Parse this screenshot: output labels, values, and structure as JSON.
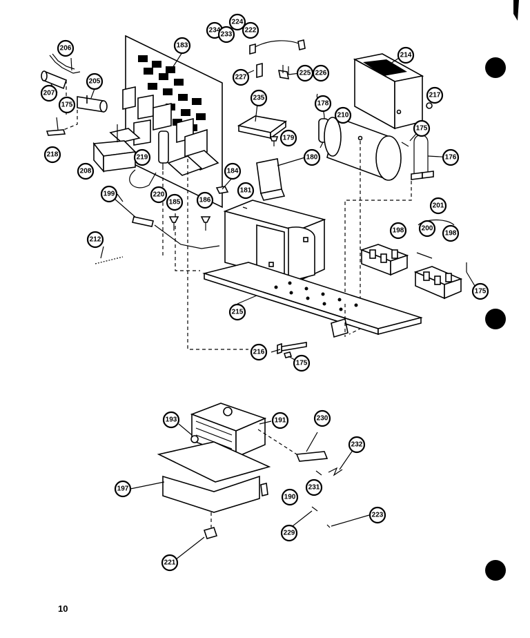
{
  "page": {
    "number": "10"
  },
  "callouts": [
    {
      "id": "c206",
      "label": "206"
    },
    {
      "id": "c205",
      "label": "205"
    },
    {
      "id": "c207",
      "label": "207"
    },
    {
      "id": "c175a",
      "label": "175"
    },
    {
      "id": "c218",
      "label": "218"
    },
    {
      "id": "c208",
      "label": "208"
    },
    {
      "id": "c219",
      "label": "219"
    },
    {
      "id": "c220",
      "label": "220"
    },
    {
      "id": "c183",
      "label": "183"
    },
    {
      "id": "c184",
      "label": "184"
    },
    {
      "id": "c185",
      "label": "185"
    },
    {
      "id": "c186",
      "label": "186"
    },
    {
      "id": "c199",
      "label": "199"
    },
    {
      "id": "c212",
      "label": "212"
    },
    {
      "id": "c234",
      "label": "234"
    },
    {
      "id": "c233",
      "label": "233"
    },
    {
      "id": "c224",
      "label": "224"
    },
    {
      "id": "c222",
      "label": "222"
    },
    {
      "id": "c227",
      "label": "227"
    },
    {
      "id": "c225",
      "label": "225"
    },
    {
      "id": "c226",
      "label": "226"
    },
    {
      "id": "c235",
      "label": "235"
    },
    {
      "id": "c179",
      "label": "179"
    },
    {
      "id": "c180",
      "label": "180"
    },
    {
      "id": "c181",
      "label": "181"
    },
    {
      "id": "c178",
      "label": "178"
    },
    {
      "id": "c210",
      "label": "210"
    },
    {
      "id": "c214",
      "label": "214"
    },
    {
      "id": "c217",
      "label": "217"
    },
    {
      "id": "c175b",
      "label": "175"
    },
    {
      "id": "c176",
      "label": "176"
    },
    {
      "id": "c201",
      "label": "201"
    },
    {
      "id": "c200",
      "label": "200"
    },
    {
      "id": "c198a",
      "label": "198"
    },
    {
      "id": "c198b",
      "label": "198"
    },
    {
      "id": "c175c",
      "label": "175"
    },
    {
      "id": "c215",
      "label": "215"
    },
    {
      "id": "c216",
      "label": "216"
    },
    {
      "id": "c175d",
      "label": "175"
    },
    {
      "id": "c193",
      "label": "193"
    },
    {
      "id": "c191",
      "label": "191"
    },
    {
      "id": "c230",
      "label": "230"
    },
    {
      "id": "c232",
      "label": "232"
    },
    {
      "id": "c231",
      "label": "231"
    },
    {
      "id": "c197",
      "label": "197"
    },
    {
      "id": "c190",
      "label": "190"
    },
    {
      "id": "c229",
      "label": "229"
    },
    {
      "id": "c223",
      "label": "223"
    },
    {
      "id": "c221",
      "label": "221"
    }
  ]
}
